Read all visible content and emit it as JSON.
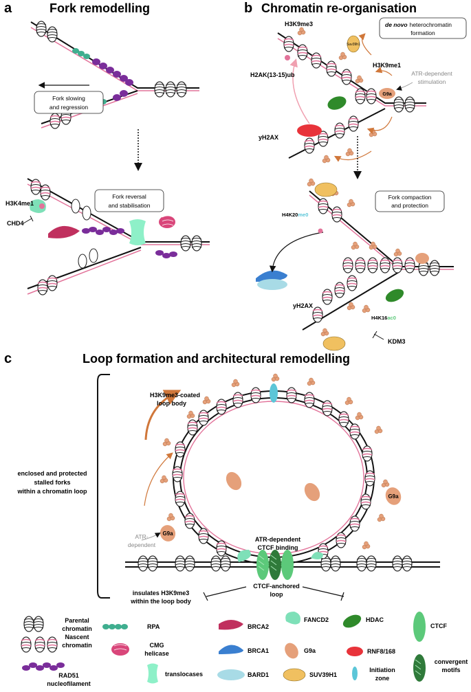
{
  "panel_a": {
    "letter": "a",
    "title": "Fork remodelling",
    "box1": [
      "Fork slowing",
      "and regression"
    ],
    "box2": [
      "Fork reversal",
      "and stabilisation"
    ],
    "h3k4": "H3K4me1",
    "chd4": "CHD4"
  },
  "panel_b": {
    "letter": "b",
    "title": "Chromatin re-organisation",
    "h3k9me3": "H3K9me3",
    "denovo_italic": "de novo",
    "denovo_rest": "heterochromatin",
    "formation": "formation",
    "h3k9me1": "H3K9me1",
    "h2ak": "H2AK(13-15)ub",
    "atr": [
      "ATR-dependent",
      "stimulation"
    ],
    "g9a": "G9a",
    "suv": "Suv39h1",
    "yh2ax_top": "yH2AX",
    "box": [
      "Fork compaction",
      "and protection"
    ],
    "h4k20_pre": "H4K20",
    "h4k20_suf": "me0",
    "yh2ax_bottom": "yH2AX",
    "h4k16_pre": "H4K16",
    "h4k16_suf": "ac0",
    "kdm3": "KDM3"
  },
  "panel_c": {
    "letter": "c",
    "title": "Loop formation and architectural remodelling",
    "loop_body": [
      "H3K9me3-coated",
      "loop body"
    ],
    "enclosed": [
      "enclosed and protected",
      "stalled forks",
      "within a chromatin loop"
    ],
    "atr_dep": [
      "ATR-",
      "dependent"
    ],
    "g9a_left": "G9a",
    "g9a_right": "G9a",
    "ctcf_binding": [
      "ATR-dependent",
      "CTCF binding"
    ],
    "ctcf_loop": [
      "CTCF-anchored",
      "loop"
    ],
    "insulates": [
      "insulates H3K9me3",
      "within the loop body"
    ]
  },
  "legend": {
    "parental": [
      "Parental",
      "chromatin"
    ],
    "nascent": [
      "Nascent",
      "chromatin"
    ],
    "rad51": [
      "RAD51",
      "nucleofilament"
    ],
    "rpa": "RPA",
    "cmg": [
      "CMG",
      "helicase"
    ],
    "translocases": "translocases",
    "brca2": "BRCA2",
    "brca1": "BRCA1",
    "bard1": "BARD1",
    "fancd2": "FANCD2",
    "g9a": "G9a",
    "suv39h1": "SUV39H1",
    "hdac": "HDAC",
    "rnf": "RNF8/168",
    "initiation": [
      "Initiation",
      "zone"
    ],
    "ctcf": "CTCF",
    "convergent": [
      "convergent",
      "motifs"
    ]
  },
  "colors": {
    "rpa": "#3fae8f",
    "rad51": "#7a2d9a",
    "nascent": "#e2739a",
    "cmg": "#d9467a",
    "brca2": "#c0305e",
    "fancd2": "#7ee0b8",
    "translocase": "#8ef0c8",
    "hdac": "#2f8a2a",
    "ctcf": "#5cc97a",
    "g9a": "#e5a07a",
    "rnf": "#e8333a",
    "brca1": "#3a7fd0",
    "bard1": "#a8dbe6",
    "suv": "#f0c060",
    "initiation": "#5cc6d8",
    "orange_arrow": "#d0773a"
  }
}
